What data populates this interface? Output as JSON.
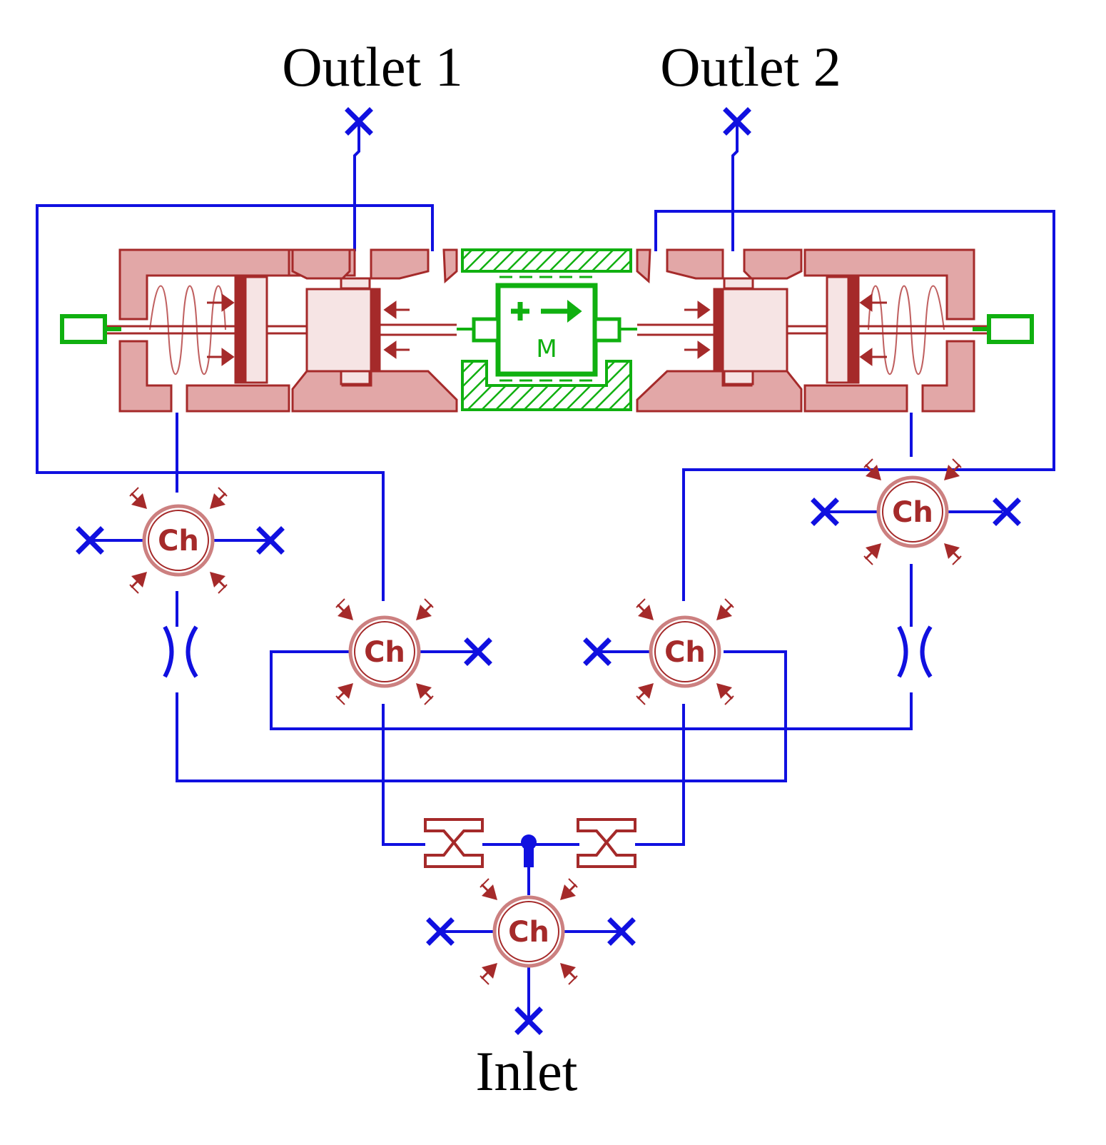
{
  "labels": {
    "outlet1": "Outlet 1",
    "outlet2": "Outlet 2",
    "inlet": "Inlet"
  },
  "chamber_label": "Ch",
  "motor_label": "M",
  "colors": {
    "pipe": "#1010e0",
    "mech": "#a52a2a",
    "mech_fill": "#e2a7a7",
    "piston_fill": "#f6e4e4",
    "motor": "#10b010",
    "text": "#000000"
  }
}
